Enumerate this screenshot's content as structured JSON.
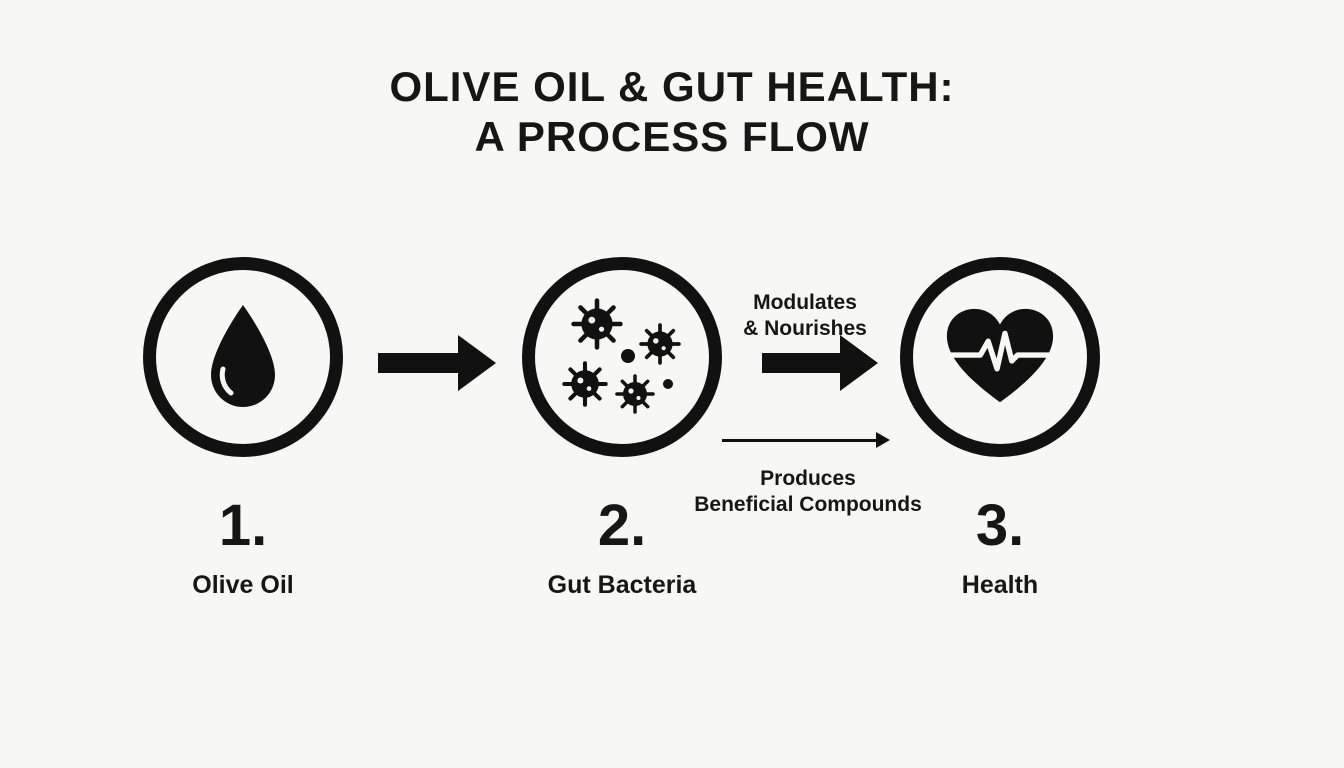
{
  "title": {
    "line1": "OLIVE OIL & GUT HEALTH:",
    "line2": "A PROCESS FLOW"
  },
  "steps": [
    {
      "number": "1.",
      "label": "Olive Oil",
      "icon": "oil-drop-icon"
    },
    {
      "number": "2.",
      "label": "Gut Bacteria",
      "icon": "bacteria-icon"
    },
    {
      "number": "3.",
      "label": "Health",
      "icon": "heart-ecg-icon"
    }
  ],
  "arrows": {
    "oil_to_bacteria": {
      "type": "thick"
    },
    "bacteria_to_health_top": {
      "type": "thick",
      "label_line1": "Modulates",
      "label_line2": "& Nourishes"
    },
    "bacteria_to_health_bottom": {
      "type": "thin",
      "label_line1": "Produces",
      "label_line2": "Beneficial Compounds"
    }
  },
  "colors": {
    "background": "#f7f7f5",
    "ink": "#111111"
  }
}
